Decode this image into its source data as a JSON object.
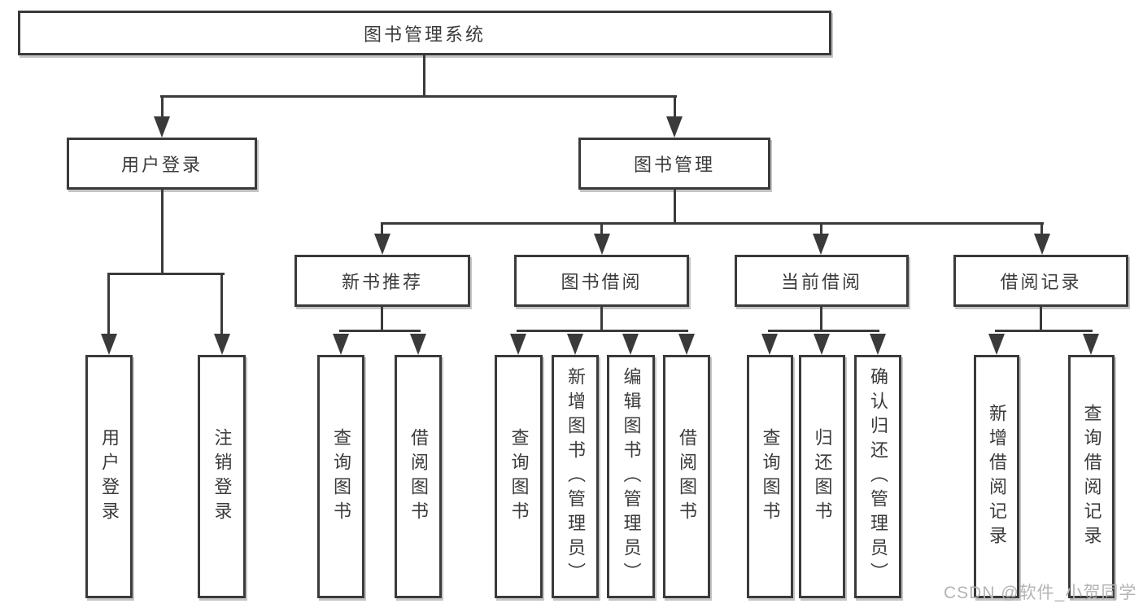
{
  "nodes": {
    "root": {
      "label": "图书管理系统"
    },
    "userLogin": {
      "label": "用户登录"
    },
    "bookMgmt": {
      "label": "图书管理"
    },
    "newBookRec": {
      "label": "新书推荐"
    },
    "bookBorrow": {
      "label": "图书借阅"
    },
    "currentBorrow": {
      "label": "当前借阅"
    },
    "borrowRecords": {
      "label": "借阅记录"
    },
    "loginUser": {
      "label": "用户登录"
    },
    "logoutUser": {
      "label": "注销登录"
    },
    "nbQuery": {
      "label": "查询图书"
    },
    "nbBorrow": {
      "label": "借阅图书"
    },
    "bbQuery": {
      "label": "查询图书"
    },
    "bbAdd": {
      "label": "新增图书（管理员）"
    },
    "bbEdit": {
      "label": "编辑图书（管理员）"
    },
    "bbBorrow": {
      "label": "借阅图书"
    },
    "cbQuery": {
      "label": "查询图书"
    },
    "cbReturn": {
      "label": "归还图书"
    },
    "cbConfirm": {
      "label": "确认归还（管理员）"
    },
    "brAdd": {
      "label": "新增借阅记录"
    },
    "brQuery": {
      "label": "查询借阅记录"
    }
  },
  "watermark": {
    "text": "CSDN @软件_小贺同学"
  },
  "colors": {
    "line": "#3a3a3a",
    "text": "#3b3b3b",
    "watermark": "#b4b4b4",
    "background": "#ffffff"
  }
}
